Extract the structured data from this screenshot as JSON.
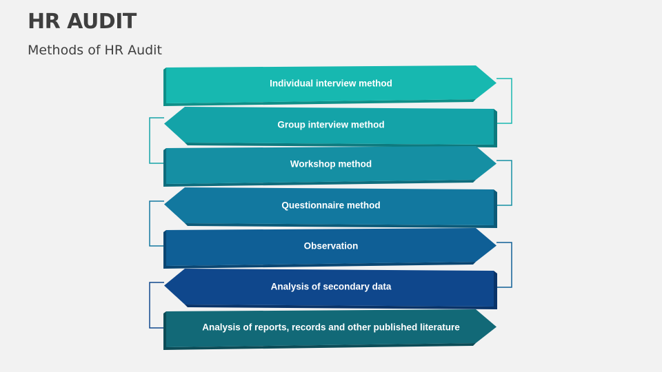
{
  "header": {
    "title": "HR AUDIT",
    "subtitle": "Methods of HR Audit"
  },
  "steps": [
    {
      "label": "Individual interview method",
      "direction": "right",
      "color": "#17b8b0",
      "shade": "#0f8f88"
    },
    {
      "label": "Group interview method",
      "direction": "left",
      "color": "#14a3a8",
      "shade": "#0d7a7e"
    },
    {
      "label": "Workshop method",
      "direction": "right",
      "color": "#158fa3",
      "shade": "#0e6c7c"
    },
    {
      "label": "Questionnaire method",
      "direction": "left",
      "color": "#12789f",
      "shade": "#0c5a78"
    },
    {
      "label": "Observation",
      "direction": "right",
      "color": "#0f5f96",
      "shade": "#0a4672"
    },
    {
      "label": "Analysis of secondary data",
      "direction": "left",
      "color": "#0f478c",
      "shade": "#0a3469"
    },
    {
      "label": "Analysis of reports, records and other published literature",
      "direction": "right",
      "color": "#126977",
      "shade": "#0c4c57"
    }
  ]
}
